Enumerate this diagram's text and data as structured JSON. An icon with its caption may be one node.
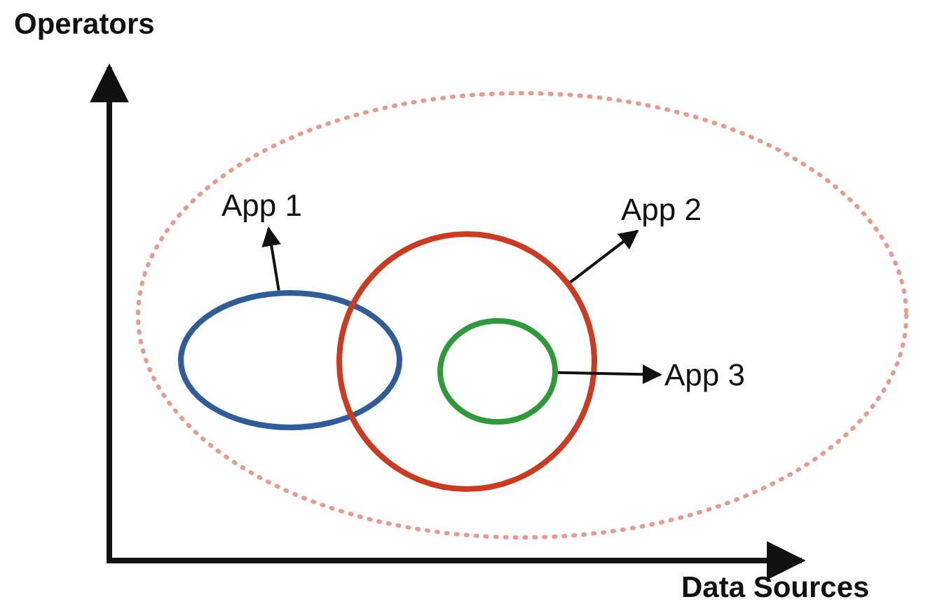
{
  "diagram": {
    "nodes": [
      {
        "text": [],
        "shape": "ellipse"
      },
      {
        "text": [
          "App 1"
        ],
        "in": 0
      },
      {
        "text": [
          "App 2"
        ],
        "in": 0
      },
      {
        "text": [],
        "shape": "ellipse",
        "in": 0
      },
      {
        "text": [],
        "shape": "circle",
        "in": 0
      },
      {
        "text": [],
        "shape": "ellipse",
        "in": 4
      },
      {
        "text": [
          "App 3"
        ],
        "in": 0
      }
    ],
    "edges": [
      {
        "from": 3,
        "to": 1,
        "arrow": "to"
      },
      {
        "from": 4,
        "to": 2,
        "arrow": "to"
      },
      {
        "from": 5,
        "to": 6,
        "arrow": "to"
      }
    ],
    "labels": [
      "Operators",
      "Data Sources"
    ]
  }
}
